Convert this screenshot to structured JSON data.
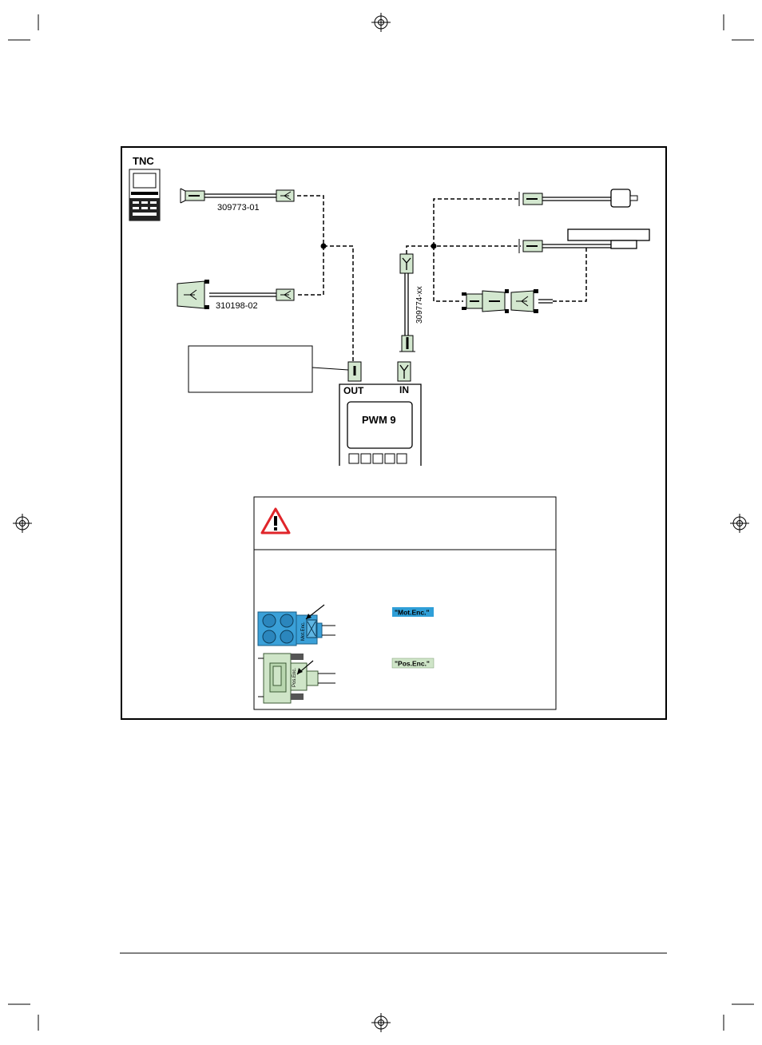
{
  "diagram": {
    "tnc_label": "TNC",
    "cable_1_part_no": "309773-01",
    "cable_2_part_no": "310198-02",
    "cable_3_part_no": "309774-xx",
    "pwm_label": "PWM 9",
    "out_label": "OUT",
    "in_label": "IN"
  },
  "notice": {
    "mot_enc_tag": "\"Mot.Enc.\"",
    "pos_enc_tag": "\"Pos.Enc.\"",
    "mot_enc_connector_text": "Mot.Enc.",
    "pos_enc_connector_text": "Pos.Enc."
  },
  "colors": {
    "connector_green": "#d3e7cf",
    "connector_blue": "#3aa0d8",
    "warning_red": "#e0252a",
    "mot_tag_bg": "#2f9fd8",
    "pos_tag_bg": "#cfe5c8"
  }
}
